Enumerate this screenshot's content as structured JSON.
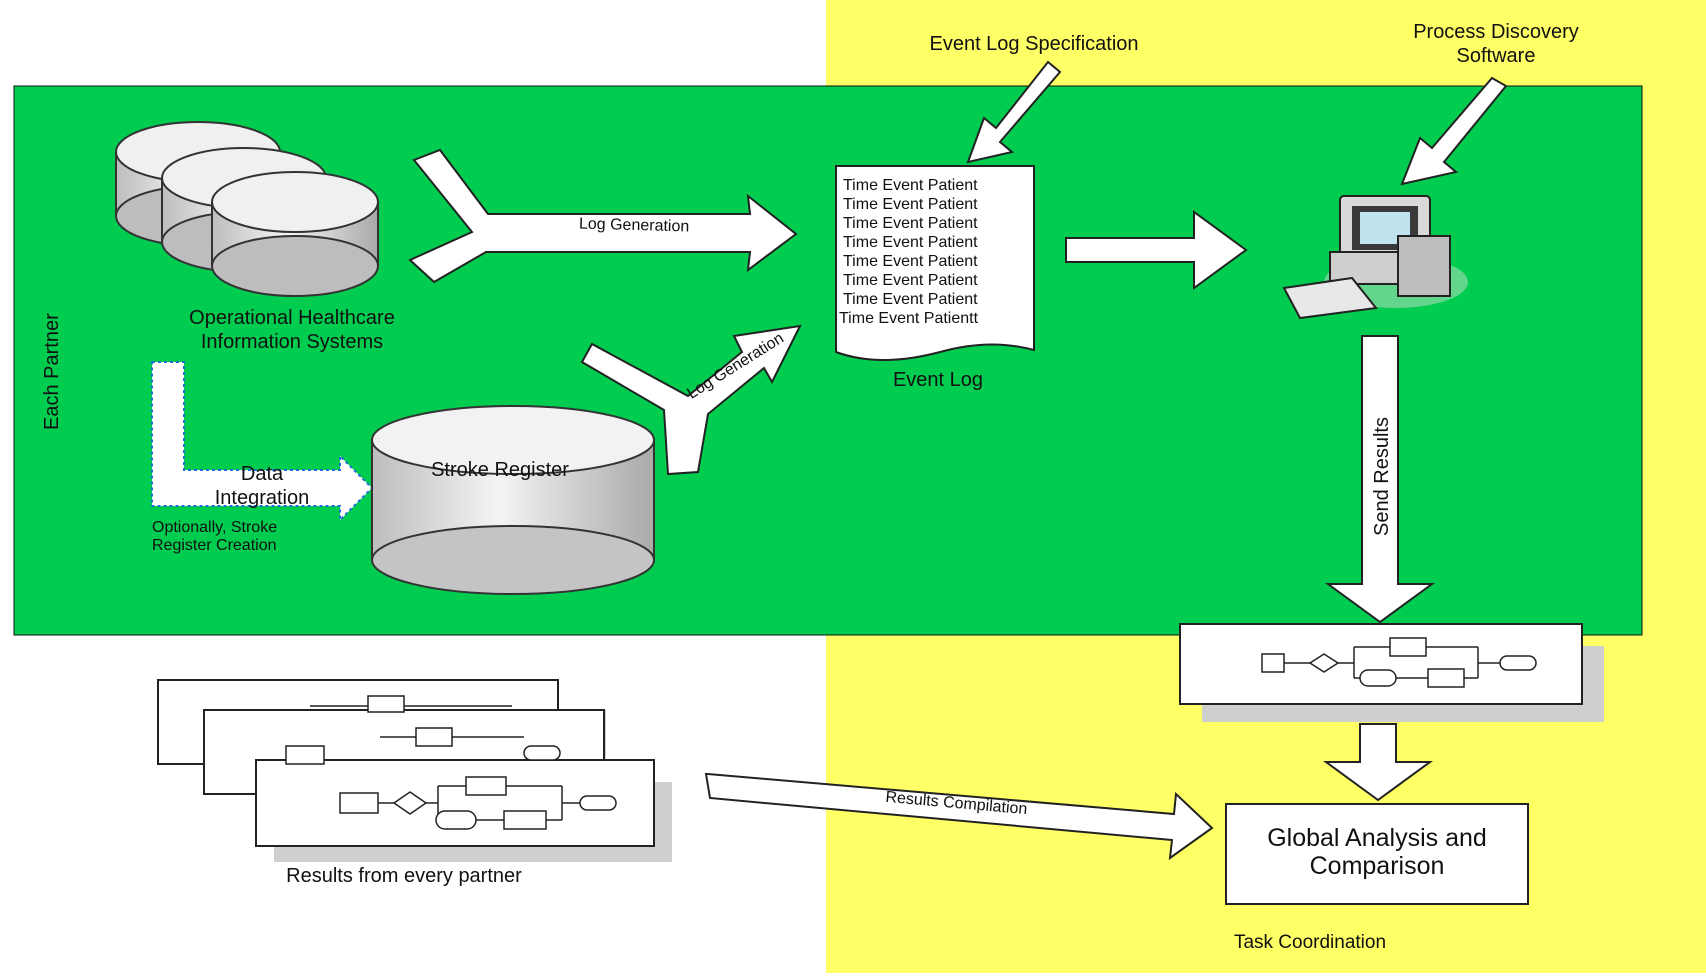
{
  "colors": {
    "partner_region": "#00cc4f",
    "coordination_region": "#ffff66",
    "arrow_fill": "#ffffff",
    "outline": "#222222",
    "cylinder_fill": "#e6e6e6"
  },
  "regions": {
    "partner_label": "Each Partner",
    "coordination_label": "Task Coordination"
  },
  "inputs": {
    "event_log_spec": "Event Log Specification",
    "process_discovery_line1": "Process Discovery",
    "process_discovery_line2": "Software"
  },
  "systems": {
    "operational_line1": "Operational Healthcare",
    "operational_line2": "Information Systems",
    "stroke_register": "Stroke Register"
  },
  "arrows": {
    "log_generation_top": "Log Generation",
    "log_generation_bottom": "Log Generation",
    "data_integration_line1": "Data",
    "data_integration_line2": "Integration",
    "optional_line1": "Optionally, Stroke",
    "optional_line2": "Register Creation",
    "send_results": "Send Results",
    "results_compilation": "Results Compilation"
  },
  "event_log": {
    "label": "Event Log",
    "lines": [
      "Time Event Patient",
      "Time Event Patient",
      "Time Event Patient",
      "Time Event Patient",
      "Time Event Patient",
      "Time Event Patient",
      "Time Event Patient",
      "Time Event Patientt"
    ]
  },
  "results": {
    "every_partner": "Results from every partner"
  },
  "global_analysis": {
    "line1": "Global Analysis and",
    "line2": "Comparison"
  }
}
